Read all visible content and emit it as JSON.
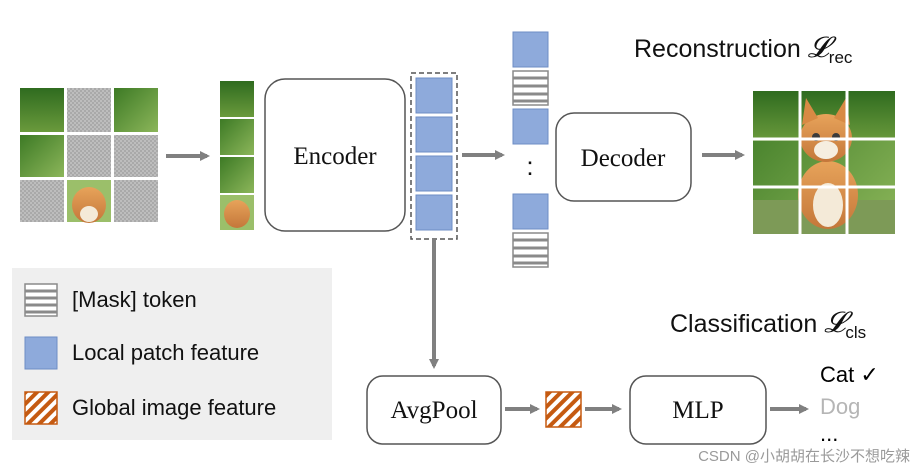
{
  "diagram": {
    "encoder_label": "Encoder",
    "decoder_label": "Decoder",
    "avgpool_label": "AvgPool",
    "mlp_label": "MLP",
    "vertical_ellipsis": ":",
    "reconstruction": {
      "text": "Reconstruction ",
      "loss_symbol": "𝓛",
      "loss_sub": "rec"
    },
    "classification": {
      "text": "Classification ",
      "loss_symbol": "𝓛",
      "loss_sub": "cls"
    },
    "outputs": [
      {
        "label": "Cat ✓",
        "color": "#111111"
      },
      {
        "label": "Dog",
        "color": "#b5b5b5"
      },
      {
        "label": "...",
        "color": "#111111"
      }
    ]
  },
  "legend": {
    "mask_token_label": "[Mask] token",
    "local_feature_label": "Local patch feature",
    "global_feature_label": "Global image feature"
  },
  "colors": {
    "local_feature": "#8eaadb",
    "local_feature_border": "#6e8dc5",
    "global_feature": "#c55a11",
    "arrow": "#808080",
    "mask_patch": "#a6a6a6",
    "legend_bg": "#efefef"
  },
  "watermark": "CSDN @小胡胡在长沙不想吃辣"
}
